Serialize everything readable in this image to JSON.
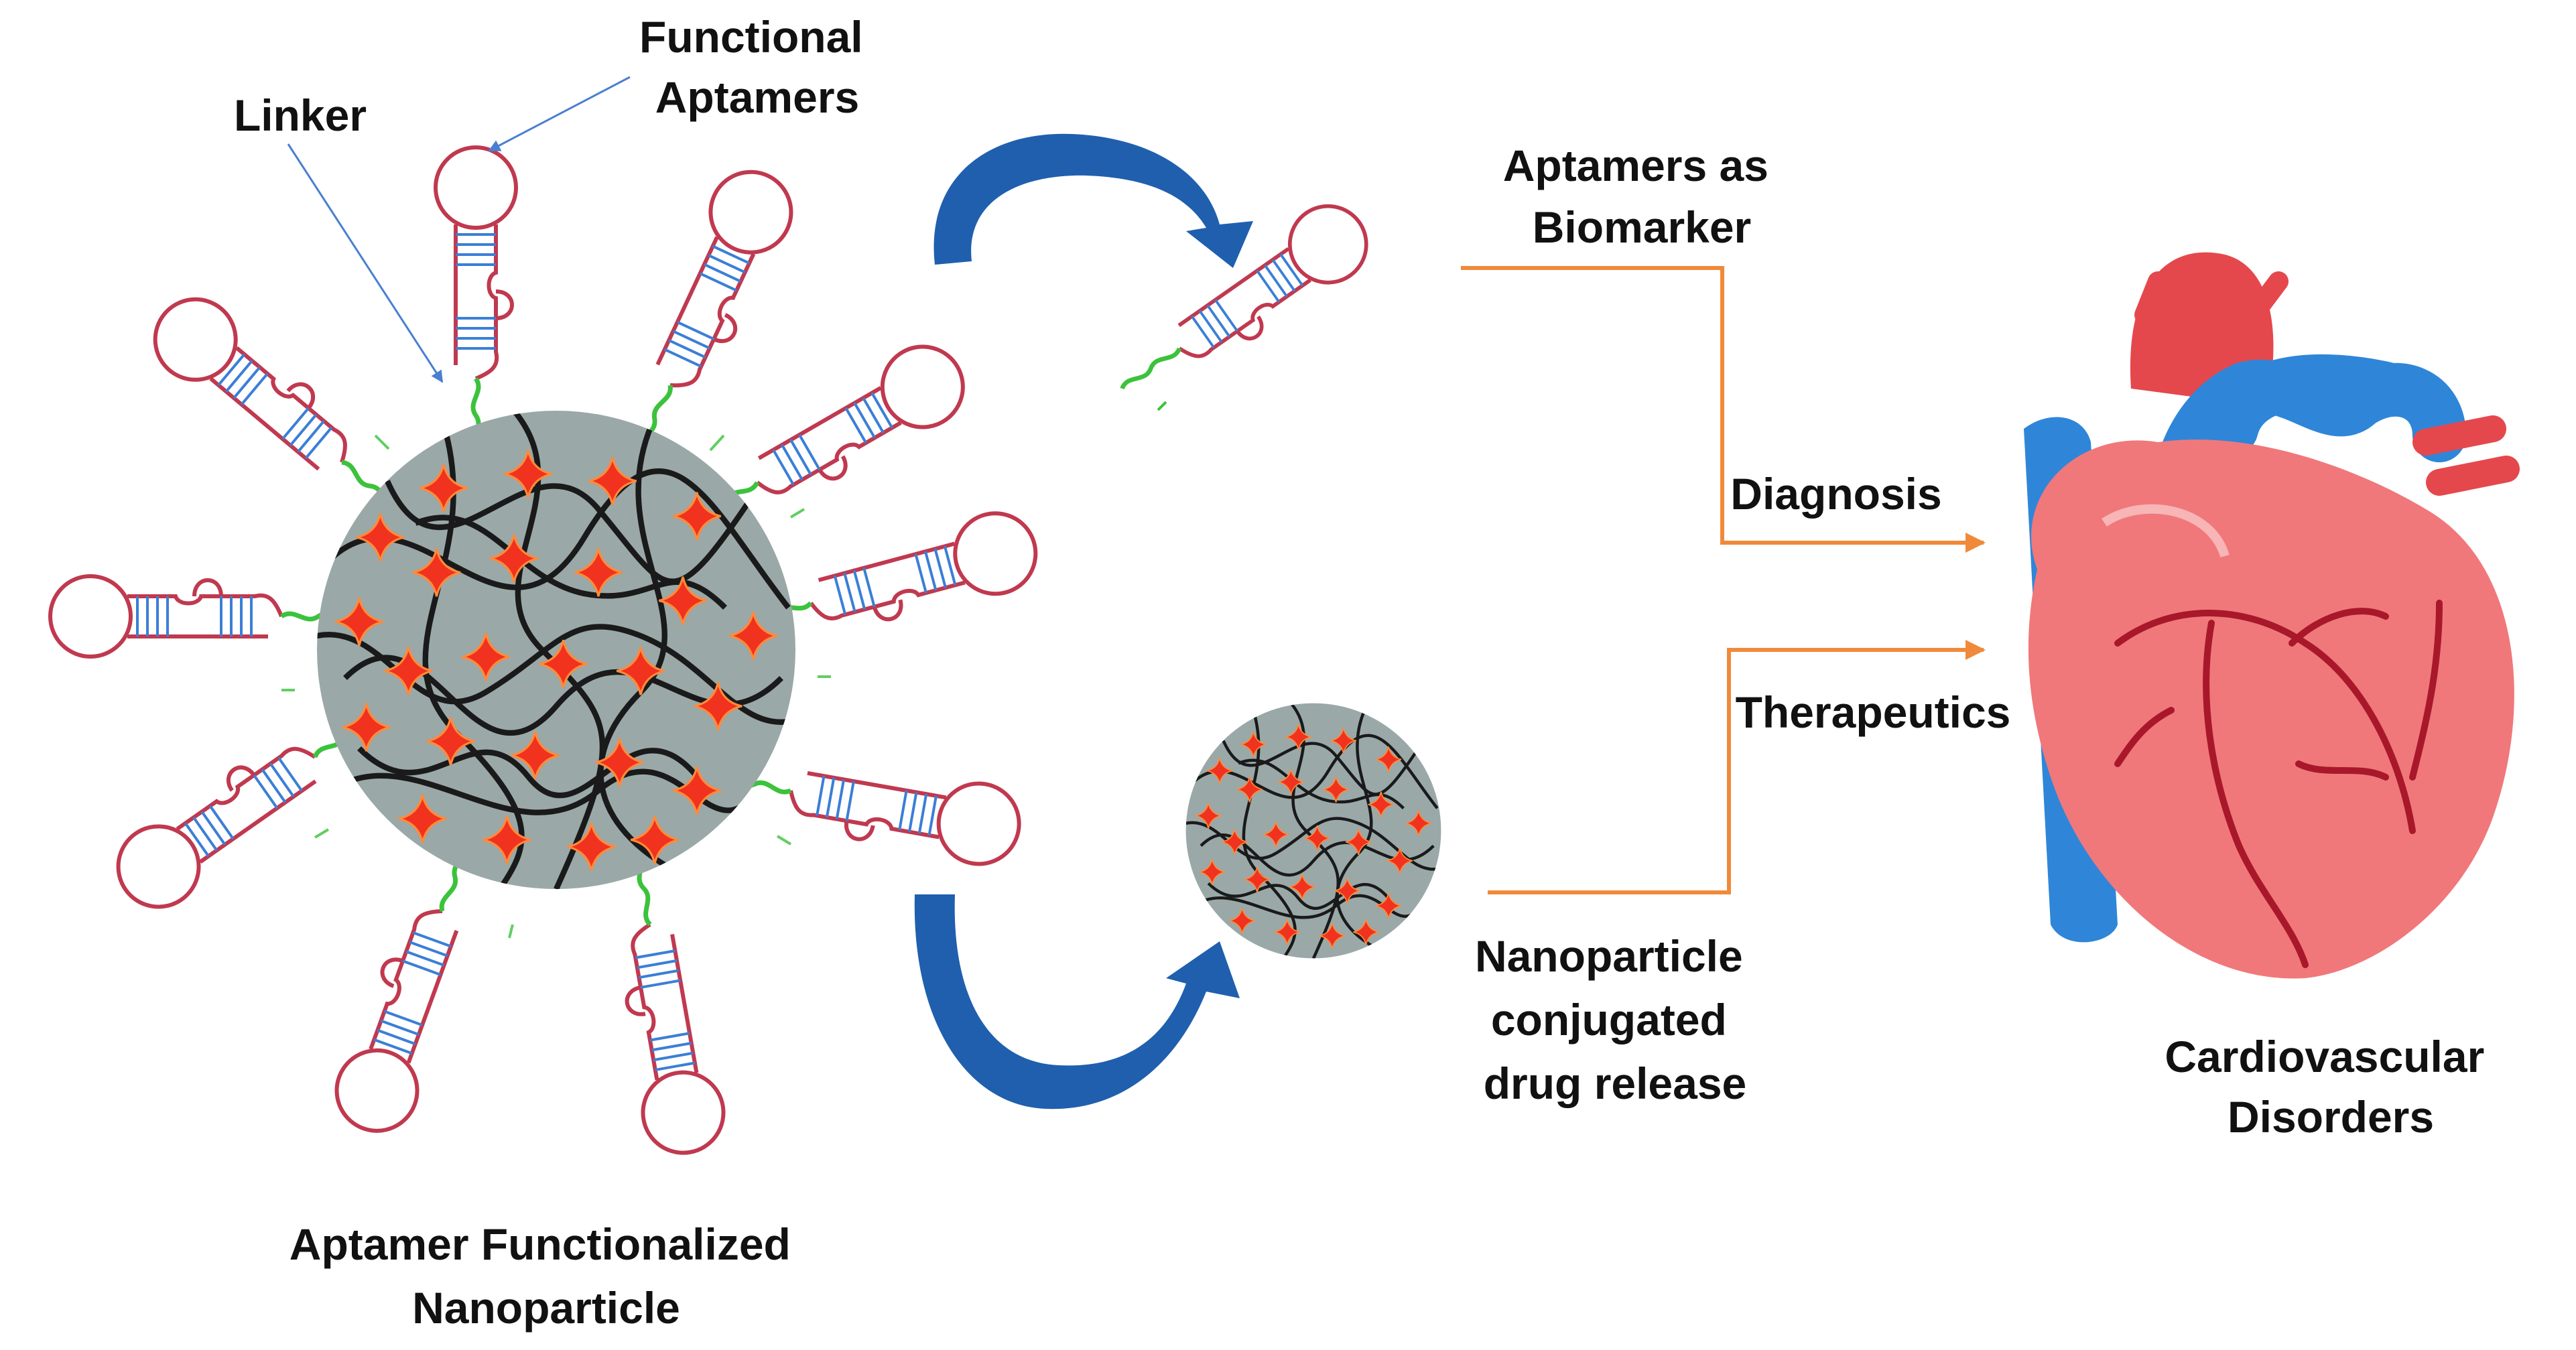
{
  "labels": {
    "functional_aptamers_line1": "Functional",
    "functional_aptamers_line2": "Aptamers",
    "linker": "Linker",
    "aptamers_biomarker_line1": "Aptamers as",
    "aptamers_biomarker_line2": "Biomarker",
    "diagnosis": "Diagnosis",
    "therapeutics": "Therapeutics",
    "nanoparticle_release_line1": "Nanoparticle",
    "nanoparticle_release_line2": "conjugated",
    "nanoparticle_release_line3": "drug release",
    "cardiovascular_line1": "Cardiovascular",
    "cardiovascular_line2": "Disorders",
    "aptamer_np_line1": "Aptamer Functionalized",
    "aptamer_np_line2": "Nanoparticle"
  },
  "colors": {
    "aptamer_strand": "#c0394f",
    "aptamer_rungs": "#3b7fd6",
    "linker": "#3cc23c",
    "nanoparticle_fill": "#9aa8a8",
    "polymer_chain": "#1a1a1a",
    "drug_star": "#f0321e",
    "curved_arrow": "#1f5fae",
    "flow_line": "#f08a3a",
    "pointer_line": "#4a7fd0",
    "heart": "#f0787a",
    "vessel_blue": "#2f86d8"
  },
  "icons": {
    "heart": "heart-icon",
    "nanoparticle": "nanoparticle-icon",
    "aptamer": "aptamer-hairpin-icon"
  }
}
